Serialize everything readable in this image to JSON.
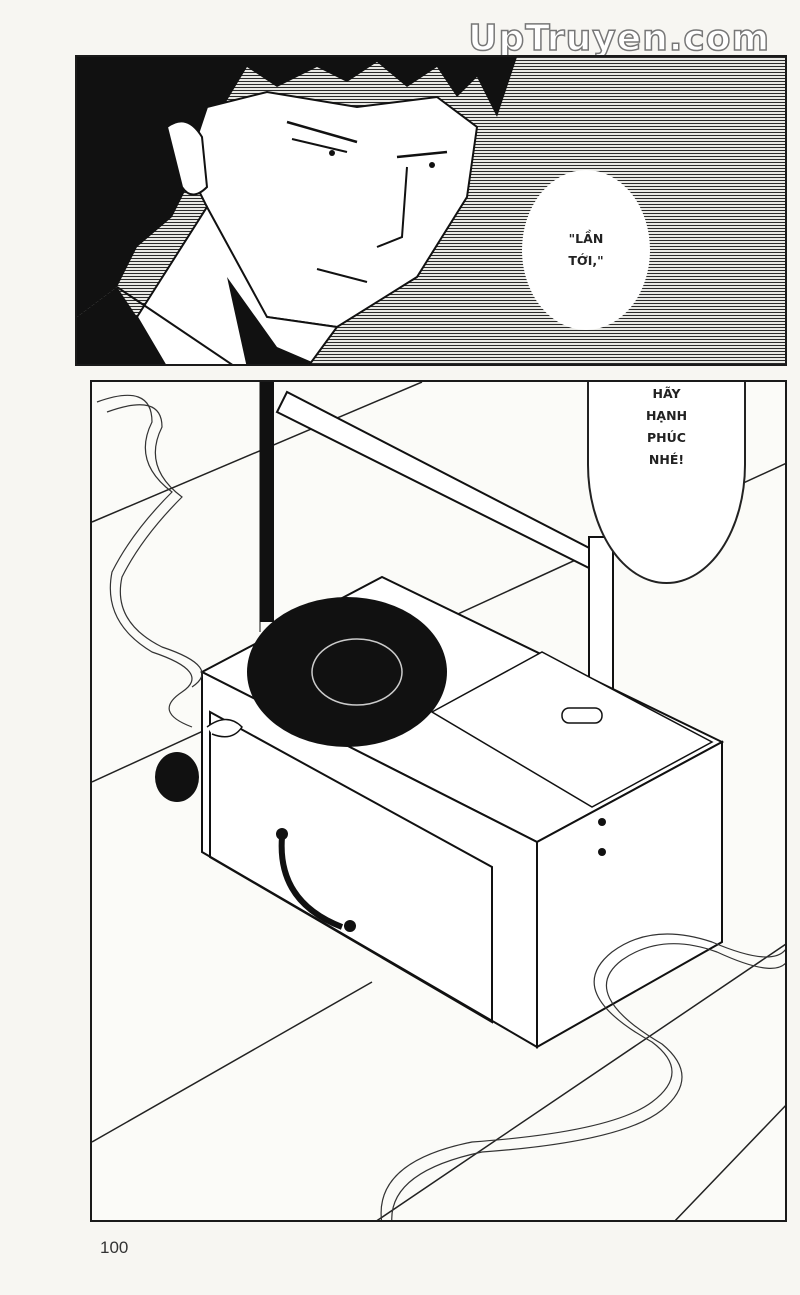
{
  "page": {
    "type": "manga-page-scan",
    "page_number": "100",
    "watermark": "UpTruyen.com"
  },
  "panels": [
    {
      "id": "top",
      "description": "Close-up of a dark-haired man in a suit looking down, with horizontal line screentone background",
      "speech_bubbles": [
        {
          "text": "\"LẦN\nTỚI,\""
        }
      ]
    },
    {
      "id": "bottom",
      "description": "Wooden box with handle and drawer on tatami floor, black lacquer plate inside, smoke wisps curling around",
      "speech_bubbles": [
        {
          "text": "HÃY\nHẠNH\nPHÚC\nNHÉ!"
        }
      ]
    }
  ],
  "colors": {
    "ink": "#1a1a1a",
    "paper": "#f7f6f2",
    "tone": "#2a2a2a"
  }
}
